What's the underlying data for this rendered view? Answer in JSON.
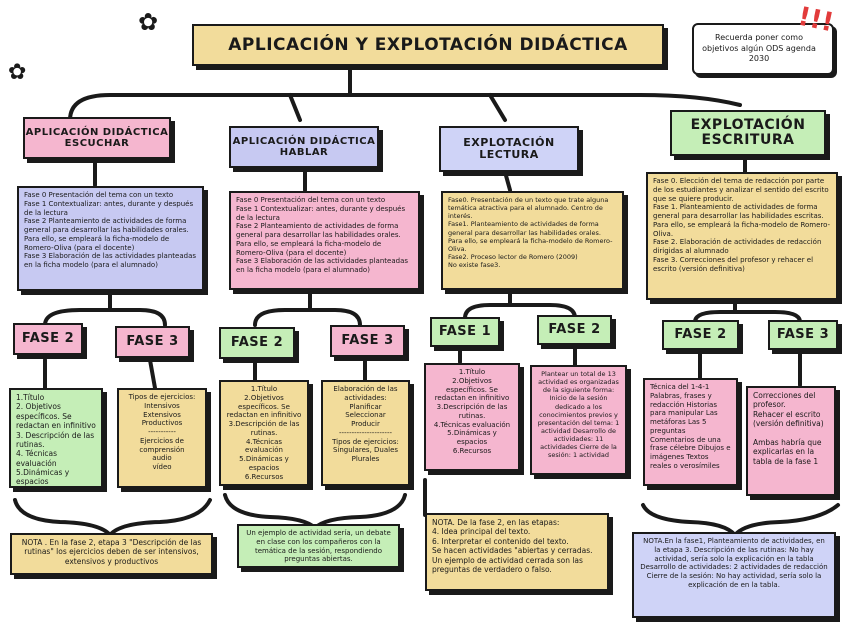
{
  "title": "APLICACIÓN Y EXPLOTACIÓN DIDÁCTICA",
  "reminder": "Recuerda poner como objetivos algún ODS agenda 2030",
  "columns": {
    "escuchar": {
      "title": "APLICACIÓN DIDÁCTICA ESCUCHAR",
      "desc": "Fase 0 Presentación del tema con un texto\nFase 1 Contextualizar: antes, durante y después de la lectura\nFase 2 Planteamiento de actividades de forma general para desarrollar las habilidades orales.\nPara ello, se empleará la ficha-modelo de Romero-Oliva (para el docente)\nFase 3 Elaboración de las actividades planteadas en la ficha modelo (para el alumnado)",
      "phase_a": {
        "label": "FASE 2",
        "text": "1.Título\n2. Objetivos específicos. Se redactan en infinitivo\n3. Descripción de las rutinas.\n4. Técnicas evaluación\n5.Dinámicas y espacios\n6.Recursos"
      },
      "phase_b": {
        "label": "FASE 3",
        "text": "Tipos de ejercicios:\nIntensivos\nExtensivos\nProductivos\n-----------\nEjercicios de comprensión\naudio\nvídeo"
      },
      "note": "NOTA . En la fase 2, etapa 3 \"Descripción de las rutinas\" los ejercicios deben de ser intensivos, extensivos y productivos"
    },
    "hablar": {
      "title": "APLICACIÓN DIDÁCTICA HABLAR",
      "desc": "Fase 0 Presentación del tema con un texto\nFase 1 Contextualizar: antes, durante y después de la lectura\nFase 2 Planteamiento de actividades de forma general para desarrollar las habilidades orales.\nPara ello, se empleará la ficha-modelo de Romero-Oliva (para el docente)\nFase 3 Elaboración de las actividades planteadas en la ficha modelo (para el alumnado)",
      "phase_a": {
        "label": "FASE 2",
        "text": "1.Título\n2.Objetivos específicos. Se redactan en infinitivo\n3.Descripción de las rutinas.\n4.Técnicas evaluación\n5.Dinámicas y espacios\n6.Recursos"
      },
      "phase_b": {
        "label": "FASE 3",
        "text": "Elaboración de las actividades:\nPlanificar\nSeleccionar\nProducir\n---------------------\nTipos de ejercicios: Singulares, Duales Plurales"
      },
      "note": "Un ejemplo de actividad sería, un debate en clase con los compañeros con la temática de la sesión, respondiendo preguntas abiertas."
    },
    "lectura": {
      "title": "EXPLOTACIÓN LECTURA",
      "desc": "Fase0. Presentación de un texto que trate alguna temática atractiva para el alumnado. Centro de interés.\nFase1. Planteamiento de actividades de forma general para desarrollar las habilidades orales. Para ello, se empleará la ficha-modelo de Romero-Oliva.\nFase2. Proceso lector de Romero (2009)\nNo existe fase3.",
      "phase_a": {
        "label": "FASE 1",
        "text": "1.Título\n2.Objetivos específicos. Se redactan en infinitivo\n3.Descripción de las rutinas.\n4.Técnicas evaluación\n5.Dinámicas y espacios\n6.Recursos"
      },
      "phase_b": {
        "label": "FASE 2",
        "text": "Plantear un total de 13 actividad es organizadas de la siguiente forma: Inicio de la sesión dedicado a los conocimientos previos y presentación del tema: 1 actividad Desarrollo de actividades: 11 actividades Cierre de la sesión: 1 actividad"
      },
      "note": "NOTA. De la fase 2, en las etapas:\n4. Idea principal del texto.\n6. Interpretar el contenido del texto.\nSe hacen actividades \"abiertas y cerradas.\nUn ejemplo de actividad cerrada son las preguntas de verdadero o falso."
    },
    "escritura": {
      "title": "EXPLOTACIÓN ESCRITURA",
      "desc": "Fase 0. Elección del tema de redacción por parte de los estudiantes y analizar el sentido del escrito que se quiere producir.\nFase 1. Planteamiento de actividades de forma general para desarrollar las habilidades escritas. Para ello, se empleará la ficha-modelo de Romero-Oliva.\nFase 2. Elaboración de actividades de redacción dirigidas al alumnado\nFase 3. Correcciones del profesor y rehacer el escrito (versión definitiva)",
      "phase_a": {
        "label": "FASE 2",
        "text": "Técnica del 1-4-1\nPalabras, frases y redacción Historias para manipular Las metáforas Las 5 preguntas Comentarios de una frase célebre Dibujos e imágenes Textos reales o verosímiles"
      },
      "phase_b": {
        "label": "FASE 3",
        "text": "Correcciones del profesor.\nRehacer el escrito (versión definitiva)\n\nAmbas habría que explicarlas en la tabla de la fase 1"
      },
      "note": "NOTA.En la fase1, Planteamiento de actividades, en la etapa 3. Descripción de las rutinas: No hay actividad, sería solo la explicación en la tabla Desarrollo de actividades: 2 actividades de redacción Cierre de la sesión: No hay actividad, sería solo la explicación de en la tabla."
    }
  },
  "colors": {
    "yellow": "#f2dc9b",
    "pink": "#f5b6cf",
    "purple": "#c7c9f2",
    "green": "#c5eeb7",
    "blue": "#cfd3f7",
    "accent": "#e23b3b"
  },
  "icons": [
    "flower-icon",
    "flower-icon",
    "exclamation-icon"
  ]
}
